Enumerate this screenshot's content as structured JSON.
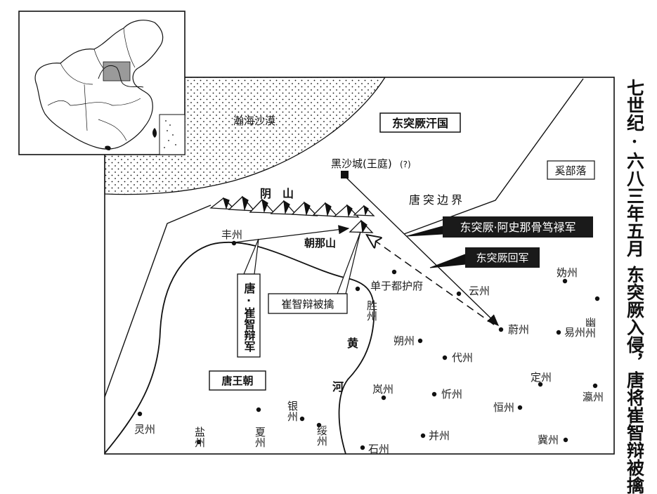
{
  "title": {
    "line1": "七世纪·六八三年五月",
    "line2": "东突厥入侵，唐将崔智辩被擒"
  },
  "labels": {
    "desert": "瀚海沙漠",
    "khanate": "东突厥汗国",
    "capital": "黑沙城(王庭)",
    "capital_query": "(?)",
    "xi_tribe": "奚部落",
    "yin_mountain": "阴　山",
    "border": "唐突边界",
    "chaona_mountain": "朝那山",
    "invading_army": "东突厥·阿史那骨笃禄军",
    "returning_army": "东突厥回军",
    "tang_army": "唐·崔智辩军",
    "capture": "崔智辩被擒",
    "tang_dynasty": "唐王朝",
    "yellow_river_1": "黄",
    "yellow_river_2": "河"
  },
  "cities": [
    {
      "name": "丰州"
    },
    {
      "name": "胜州"
    },
    {
      "name": "单于都护府"
    },
    {
      "name": "云州"
    },
    {
      "name": "妫州"
    },
    {
      "name": "幽州"
    },
    {
      "name": "蔚州"
    },
    {
      "name": "易州"
    },
    {
      "name": "朔州"
    },
    {
      "name": "代州"
    },
    {
      "name": "定州"
    },
    {
      "name": "岚州"
    },
    {
      "name": "忻州"
    },
    {
      "name": "恒州"
    },
    {
      "name": "瀛州"
    },
    {
      "name": "灵州"
    },
    {
      "name": "盐州"
    },
    {
      "name": "夏州"
    },
    {
      "name": "银州"
    },
    {
      "name": "绥州"
    },
    {
      "name": "石州"
    },
    {
      "name": "并州"
    },
    {
      "name": "冀州"
    }
  ],
  "colors": {
    "ink": "#111111",
    "label_box_dark": "#1a1a1a",
    "inset_highlight": "#9a9a9a"
  }
}
